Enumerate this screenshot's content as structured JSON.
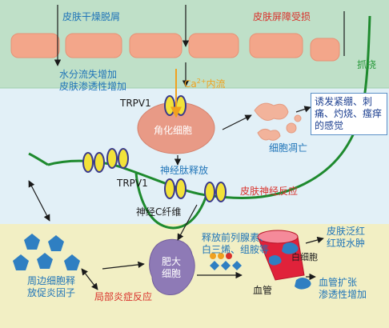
{
  "colors": {
    "stratum_corneum": "#bfe0c8",
    "epidermis": "#e2f0f7",
    "dermis": "#f2efc4",
    "nerve": "#1e8a2e",
    "keratinocyte": "#e89a86",
    "scale": "#f3a68a",
    "mast_cell": "#8e7ab6",
    "vessel": "#e0223a",
    "inflammatory_cell": "#2f7fc2"
  },
  "labels": {
    "dry_scaling": "皮肤干燥脱屑",
    "barrier_damage": "皮肤屏障受损",
    "water_loss_line1": "水分流失增加",
    "water_loss_line2": "皮肤渗透性增加",
    "scratch": "抓挠",
    "trpv1_top": "TRPV1",
    "ca_influx_prefix": "Ca",
    "ca_influx_sup": "2+",
    "ca_influx_suffix": "内流",
    "keratinocyte": "角化细胞",
    "sensation_box": "诱发紧绷、刺痛、灼烧、瘙痒的感觉",
    "cell_apoptosis": "细胞凋亡",
    "neuropeptide_release": "神经肽释放",
    "trpv1_bottom": "TRPV1",
    "neuro_reaction": "皮肤神经反应",
    "c_fiber": "神经C纤维",
    "mediators_line1": "释放前列腺素、",
    "mediators_line2": "白三烯、组胺等",
    "mast_cell_line1": "肥大",
    "mast_cell_line2": "细胞",
    "white_cell": "白细胞",
    "flush_line1": "皮肤泛红",
    "flush_line2": "红斑水肿",
    "surrounding_line1": "周边细胞释",
    "surrounding_line2": "放促炎因子",
    "local_inflammation": "局部炎症反应",
    "vessel": "血管",
    "vasodilation_line1": "血管扩张",
    "vasodilation_line2": "渗透性增加"
  }
}
